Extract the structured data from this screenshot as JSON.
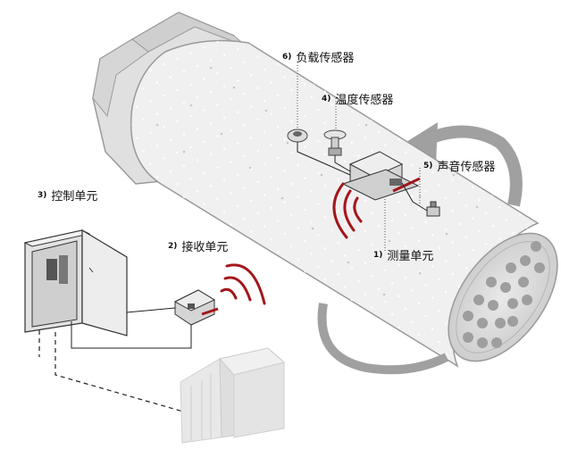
{
  "labels": [
    {
      "id": "load",
      "number": "6)",
      "text": "负载传感器"
    },
    {
      "id": "temperature",
      "number": "4)",
      "text": "温度传感器"
    },
    {
      "id": "acoustic",
      "number": "5)",
      "text": "声音传感器"
    },
    {
      "id": "control",
      "number": "3)",
      "text": "控制单元"
    },
    {
      "id": "receiver",
      "number": "2)",
      "text": "接收单元"
    },
    {
      "id": "measurement",
      "number": "1)",
      "text": "测量单元"
    }
  ],
  "colors": {
    "drum_fill": "#f0f0f0",
    "drum_outline": "#9a9a9a",
    "signal_waves": "#a3161b",
    "rotation_arrow": "#9c9c9c",
    "ghost_equipment": "#e4e4e4",
    "line": "#222222"
  },
  "icons": [
    "rotation-arrow-icon",
    "wireless-signal-icon"
  ]
}
